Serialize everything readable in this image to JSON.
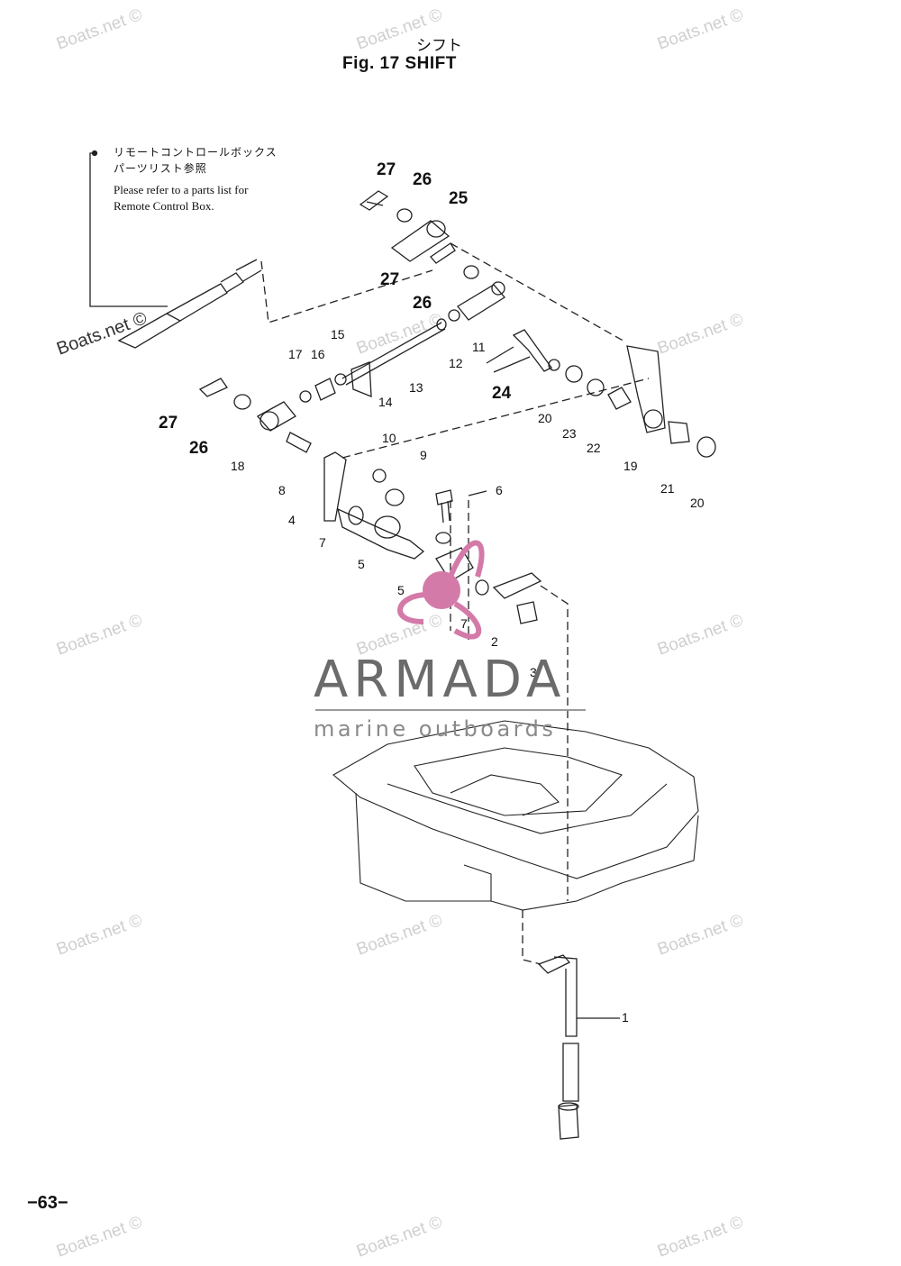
{
  "title": {
    "jp": "シフト",
    "en": "Fig. 17   SHIFT"
  },
  "note": {
    "jp_line1": "リモートコントロールボックス",
    "jp_line2": "パーツリスト参照",
    "en_line1": "Please refer to a parts list for",
    "en_line2": "Remote Control Box."
  },
  "watermark": "Boats.net ©",
  "brand": {
    "name": "ARMADA",
    "tagline": "marine outboards",
    "color": "#d47aa9"
  },
  "page_number": "−63−",
  "callouts": [
    "1",
    "2",
    "3",
    "4",
    "5",
    "5",
    "6",
    "7",
    "7",
    "8",
    "9",
    "10",
    "11",
    "12",
    "13",
    "14",
    "15",
    "16",
    "17",
    "18",
    "19",
    "20",
    "20",
    "21",
    "22",
    "23",
    "24",
    "25",
    "26",
    "26",
    "26",
    "27",
    "27",
    "27"
  ]
}
